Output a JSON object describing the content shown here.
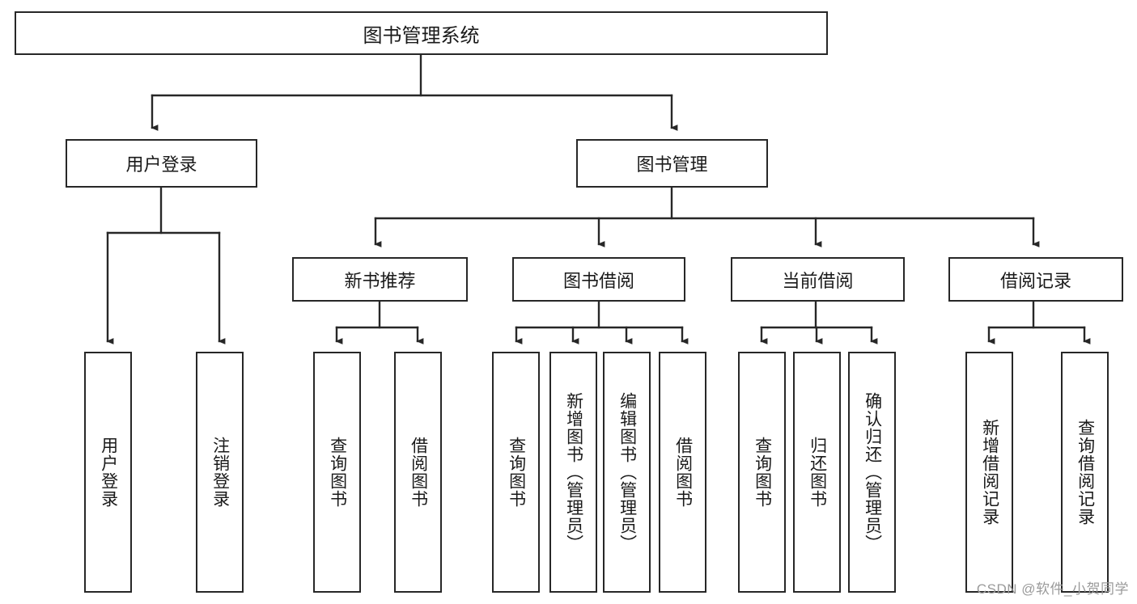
{
  "diagram": {
    "title": "图书管理系统",
    "watermark": "CSDN @软件_小贺同学",
    "stroke_color": "#272727",
    "fill_color": "#ffffff",
    "text_color": "#1a1a1a",
    "watermark_color": "#9a9a9a"
  },
  "nodes": {
    "root": {
      "label": "图书管理系统"
    },
    "level1": [
      {
        "label": "用户登录"
      },
      {
        "label": "图书管理"
      }
    ],
    "level2": [
      {
        "label": "新书推荐"
      },
      {
        "label": "图书借阅"
      },
      {
        "label": "当前借阅"
      },
      {
        "label": "借阅记录"
      }
    ],
    "leaves": [
      {
        "label": "用户登录"
      },
      {
        "label": "注销登录"
      },
      {
        "label": "查询图书"
      },
      {
        "label": "借阅图书"
      },
      {
        "label": "查询图书"
      },
      {
        "label": "新增图书（管理员）"
      },
      {
        "label": "编辑图书（管理员）"
      },
      {
        "label": "借阅图书"
      },
      {
        "label": "查询图书"
      },
      {
        "label": "归还图书"
      },
      {
        "label": "确认归还（管理员）"
      },
      {
        "label": "新增借阅记录"
      },
      {
        "label": "查询借阅记录"
      }
    ]
  },
  "edges": {
    "root_to_level1": [
      {
        "from": "图书管理系统",
        "to": "用户登录"
      },
      {
        "from": "图书管理系统",
        "to": "图书管理"
      }
    ],
    "level1_to_level2": [
      {
        "from": "图书管理",
        "to": "新书推荐"
      },
      {
        "from": "图书管理",
        "to": "图书借阅"
      },
      {
        "from": "图书管理",
        "to": "当前借阅"
      },
      {
        "from": "图书管理",
        "to": "借阅记录"
      }
    ],
    "level_to_leaves": [
      {
        "from": "用户登录",
        "to": "用户登录"
      },
      {
        "from": "用户登录",
        "to": "注销登录"
      },
      {
        "from": "新书推荐",
        "to": "查询图书"
      },
      {
        "from": "新书推荐",
        "to": "借阅图书"
      },
      {
        "from": "图书借阅",
        "to": "查询图书"
      },
      {
        "from": "图书借阅",
        "to": "新增图书（管理员）"
      },
      {
        "from": "图书借阅",
        "to": "编辑图书（管理员）"
      },
      {
        "from": "图书借阅",
        "to": "借阅图书"
      },
      {
        "from": "当前借阅",
        "to": "查询图书"
      },
      {
        "from": "当前借阅",
        "to": "归还图书"
      },
      {
        "from": "当前借阅",
        "to": "确认归还（管理员）"
      },
      {
        "from": "借阅记录",
        "to": "新增借阅记录"
      },
      {
        "from": "借阅记录",
        "to": "查询借阅记录"
      }
    ]
  }
}
